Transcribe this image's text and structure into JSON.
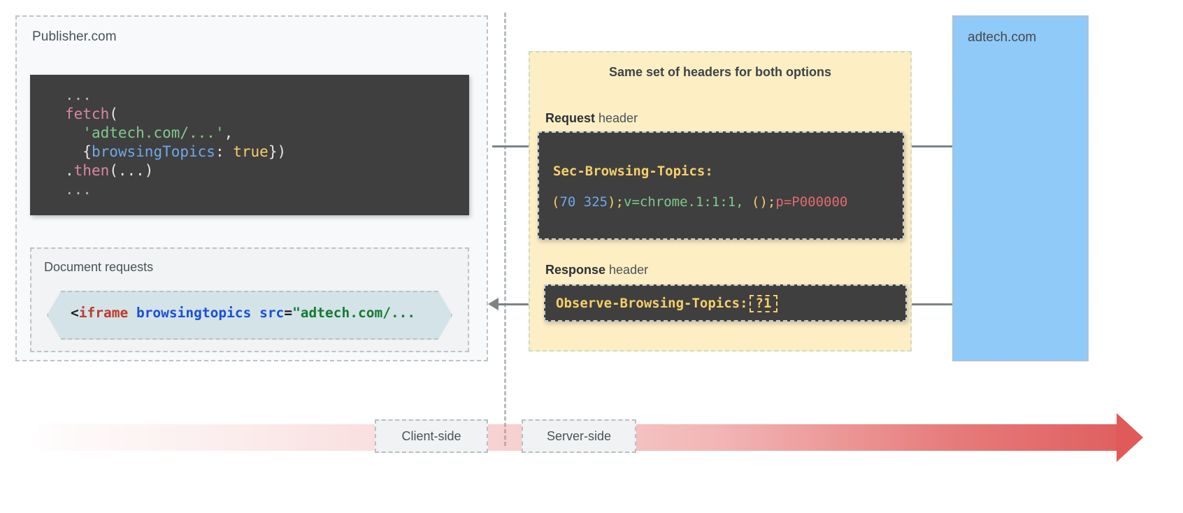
{
  "publisher": {
    "title": "Publisher.com",
    "code_block": {
      "lines": [
        {
          "segments": [
            {
              "t": "...",
              "c": "tok-dots"
            }
          ]
        },
        {
          "segments": [
            {
              "t": "fetch",
              "c": "tok-fn"
            },
            {
              "t": "(",
              "c": "tok-punct"
            }
          ]
        },
        {
          "segments": [
            {
              "t": "  ",
              "c": "tok-punct"
            },
            {
              "t": "'adtech.com/...'",
              "c": "tok-str"
            },
            {
              "t": ",",
              "c": "tok-punct"
            }
          ]
        },
        {
          "segments": [
            {
              "t": "  {",
              "c": "tok-punct"
            },
            {
              "t": "browsingTopics",
              "c": "tok-prop"
            },
            {
              "t": ": ",
              "c": "tok-punct"
            },
            {
              "t": "true",
              "c": "tok-bool"
            },
            {
              "t": "})",
              "c": "tok-punct"
            }
          ]
        },
        {
          "segments": [
            {
              "t": ".",
              "c": "tok-punct"
            },
            {
              "t": "then",
              "c": "tok-fn"
            },
            {
              "t": "(...)",
              "c": "tok-punct"
            }
          ]
        },
        {
          "segments": [
            {
              "t": "...",
              "c": "tok-dots"
            }
          ]
        }
      ],
      "plain_text": "...\nfetch(\n  'adtech.com/...',\n  {browsingTopics: true})\n.then(...)\n..."
    },
    "document_requests": {
      "title": "Document requests",
      "snippet_plain": "<iframe browsingtopics src=\"adtech.com/...",
      "snippet_segments": [
        {
          "t": "<",
          "c": "tok-brk"
        },
        {
          "t": "iframe",
          "c": "tok-tag"
        },
        {
          "t": " ",
          "c": "tok-brk"
        },
        {
          "t": "browsingtopics",
          "c": "tok-attr"
        },
        {
          "t": " ",
          "c": "tok-brk"
        },
        {
          "t": "src",
          "c": "tok-attr"
        },
        {
          "t": "=",
          "c": "tok-brk"
        },
        {
          "t": "\"adtech.com/...",
          "c": "tok-val"
        }
      ]
    }
  },
  "headers_panel": {
    "title": "Same set of headers for both options",
    "request_label_bold": "Request",
    "request_label_rest": " header",
    "response_label_bold": "Response",
    "response_label_rest": " header",
    "request_header": {
      "name": "Sec-Browsing-Topics:",
      "value_plain": "(70 325);v=chrome.1:1:1, ();p=P000000",
      "value_segments": [
        {
          "t": "(",
          "c": "tok-paren"
        },
        {
          "t": "70 325",
          "c": "tok-num"
        },
        {
          "t": ")",
          "c": "tok-paren"
        },
        {
          "t": ";",
          "c": "tok-semi"
        },
        {
          "t": "v=chrome.1:1:1,",
          "c": "tok-ver"
        },
        {
          "t": " ",
          "c": "tok-ver"
        },
        {
          "t": "()",
          "c": "tok-paren"
        },
        {
          "t": ";",
          "c": "tok-semi"
        },
        {
          "t": "p=P000000",
          "c": "tok-p"
        }
      ]
    },
    "response_header": {
      "name": "Observe-Browsing-Topics:",
      "value": "?1"
    }
  },
  "adtech": {
    "title": "adtech.com"
  },
  "timeline": {
    "client_label": "Client-side",
    "server_label": "Server-side"
  },
  "colors": {
    "panel_bg": "#f7f9fa",
    "code_bg": "#3f3f3f",
    "headers_bg": "#fdeec4",
    "adtech_bg": "#90caf9",
    "chevron_bg": "#d3e3e7",
    "accent_yellow": "#f6d06a",
    "accent_red": "#e06060",
    "border_dashed": "#bdc3c7",
    "arrow_gray": "#7d8387"
  }
}
